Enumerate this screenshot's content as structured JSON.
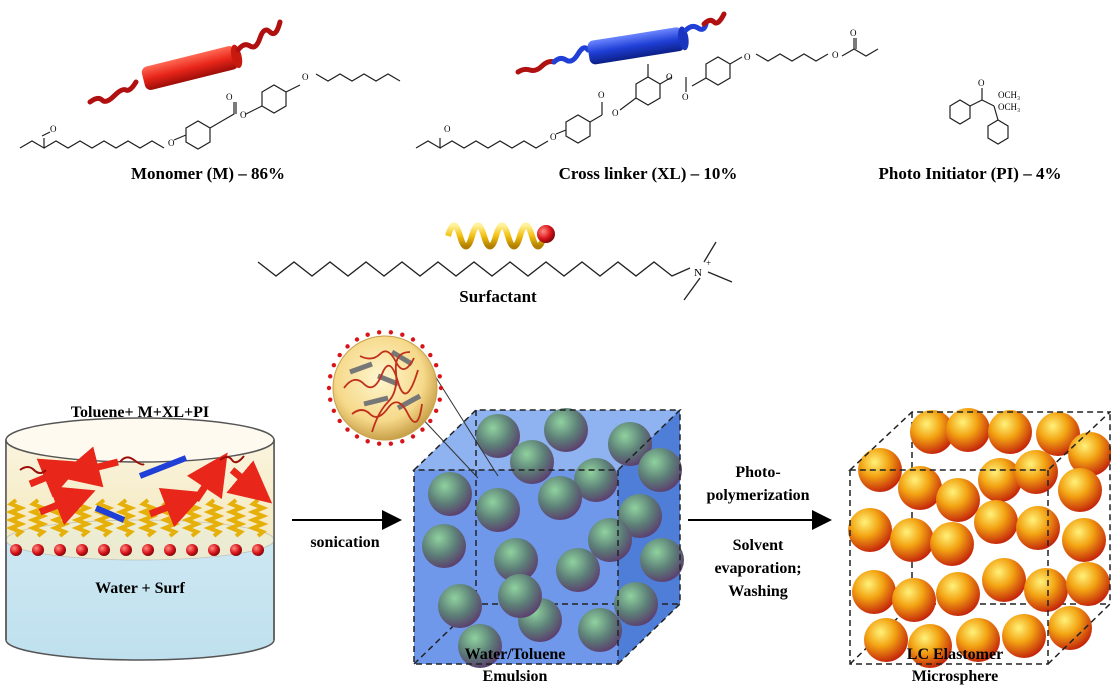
{
  "components": {
    "monomer": {
      "label": "Monomer (M) – 86%"
    },
    "crosslinker": {
      "label": "Cross linker (XL) – 10%"
    },
    "initiator": {
      "label": "Photo Initiator (PI) – 4%",
      "group1": "OCH₃",
      "group2": "OCH₃"
    },
    "surfactant": {
      "label": "Surfactant",
      "charge": "+",
      "atom": "N"
    }
  },
  "process": {
    "beaker_top": "Toluene+ M+XL+PI",
    "beaker_bottom": "Water + Surf",
    "step1": "sonication",
    "step2_line1": "Photo-",
    "step2_line2": "polymerization",
    "step3_line1": "Solvent",
    "step3_line2": "evaporation;",
    "step3_line3": "Washing",
    "emulsion_line1": "Water/Toluene",
    "emulsion_line2": "Emulsion",
    "product_line1": "LC Elastomer",
    "product_line2": "Microsphere"
  },
  "colors": {
    "monomer_rod": "#e8261a",
    "crosslinker_rod": "#1f3fd6",
    "surfactant_head": "#d8141a",
    "surfactant_tail": "#f2c010",
    "emulsion_box": "#5a8de8",
    "droplet": "#5d8a74",
    "microsphere": "#e8820c"
  }
}
